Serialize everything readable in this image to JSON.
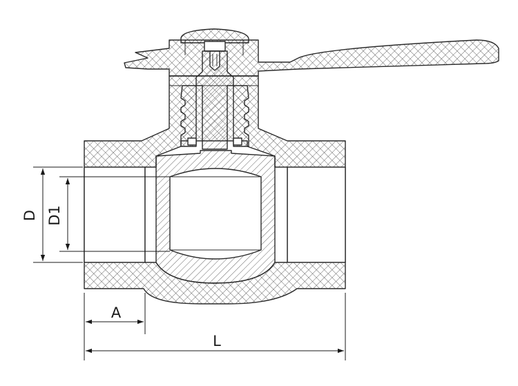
{
  "diagram": {
    "dimension_labels": {
      "outer_diameter": "D",
      "inner_diameter": "D1",
      "socket_depth": "A",
      "overall_length": "L"
    }
  }
}
